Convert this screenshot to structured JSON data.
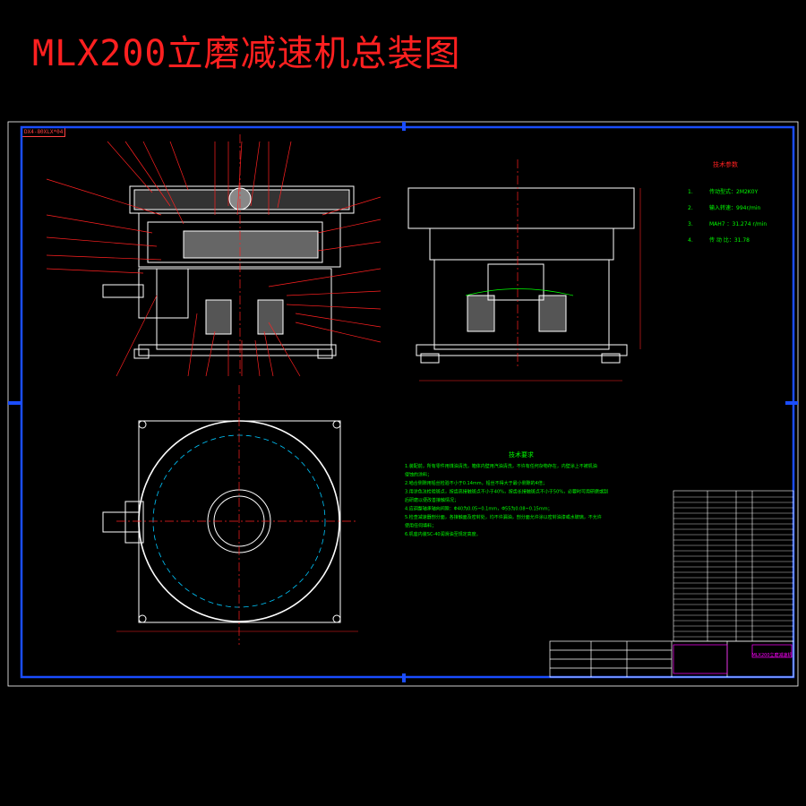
{
  "title": "MLX200立磨减速机总装图",
  "drawing_tag": "DX4-80XLX*04",
  "tech_params": {
    "heading": "技术参数",
    "items": [
      {
        "num": "1.",
        "text": "传动型式：2M2K0Y"
      },
      {
        "num": "2.",
        "text": "输入转速：994r/min"
      },
      {
        "num": "3.",
        "text": "MAH7  ：31.274 r/min"
      },
      {
        "num": "4.",
        "text": "传 动 比：31.78"
      }
    ]
  },
  "tech_requirements": {
    "heading": "技术要求",
    "lines": [
      "1.装配前，所有零件用煤油清洗，箱体内壁用汽油清洗，不许有任何杂物存在，内壁涂上不被机油",
      "侵蚀的涂料；",
      "2.啮合侧隙用铅丝检验不小于0.14mm，铅丝不得大于最小侧隙的4倍；",
      "3.用涂色法检验斑点，按齿高接触斑点不小于40%，按齿长接触斑点不小于50%，必要时可用研磨或刮",
      "后研磨以便改善接触情况；",
      "4.应调整轴承轴向间隙：Φ40为0.05~0.1mm，Φ55为0.08~0.15mm；",
      "5.检查减速器剖分面，各接触面及密封处，均不许漏油，剖分面允许涂以密封油漆或水玻璃，不允许",
      "使用任何填料；",
      "6.机座内装SC-40润滑油至规定高度。"
    ]
  },
  "title_block": {
    "drawing_name": "MLX200立磨减速机"
  },
  "colors": {
    "frame": "#1a4dff",
    "outline": "#ffffff",
    "leader": "#ff2020",
    "text": "#00ff00",
    "accent": "#ff00ff",
    "hidden": "#00c8ff"
  }
}
